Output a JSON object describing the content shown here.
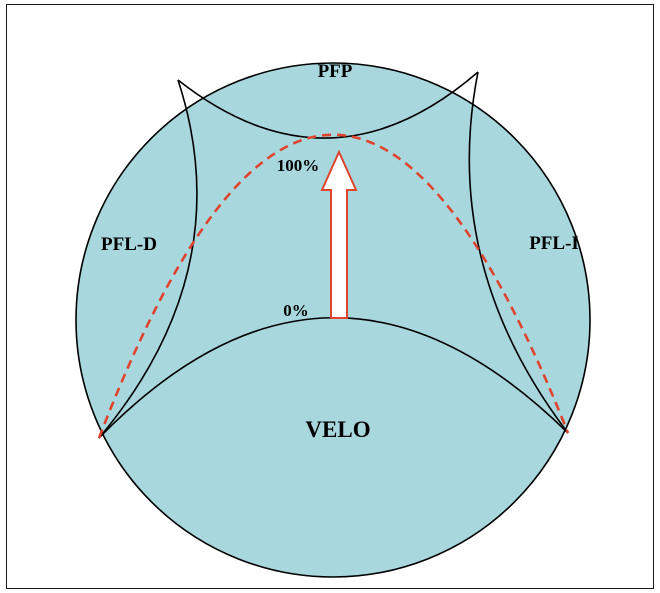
{
  "diagram": {
    "regions": {
      "top": "PFP",
      "left": "PFL-D",
      "right": "PFL-I",
      "bottom": "VELO"
    },
    "scale": {
      "top_label": "100%",
      "bottom_label": "0%"
    },
    "colors": {
      "circle_fill": "#a8d7de",
      "outline": "#000000",
      "dashed_curve": "#e0442e",
      "arrow_stroke": "#e0442e",
      "arrow_fill": "#ffffff"
    }
  }
}
